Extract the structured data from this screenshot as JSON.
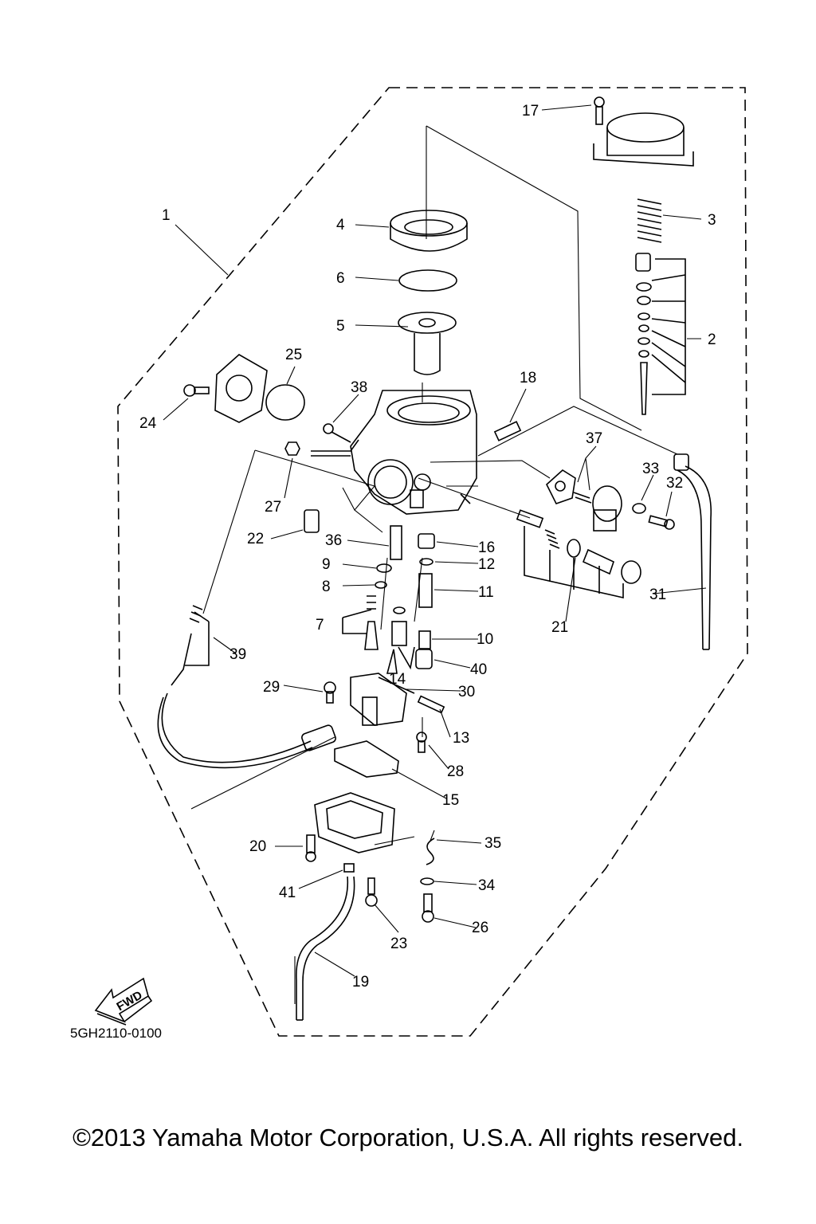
{
  "diagram": {
    "part_labels": [
      "1",
      "2",
      "3",
      "4",
      "5",
      "6",
      "7",
      "8",
      "9",
      "10",
      "11",
      "12",
      "13",
      "14",
      "15",
      "16",
      "17",
      "18",
      "19",
      "20",
      "21",
      "22",
      "23",
      "24",
      "25",
      "26",
      "27",
      "28",
      "29",
      "30",
      "31",
      "32",
      "33",
      "34",
      "35",
      "36",
      "37",
      "38",
      "39",
      "40",
      "41"
    ],
    "forward_marker": "FWD",
    "diagram_code": "5GH2110-0100"
  },
  "footer": {
    "copyright": "©2013 Yamaha Motor Corporation, U.S.A. All rights reserved."
  }
}
